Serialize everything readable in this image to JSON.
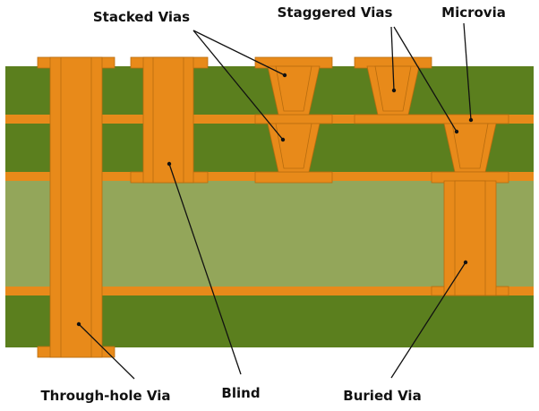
{
  "diagram": {
    "labels": {
      "stacked_vias": "Stacked Vias",
      "staggered_vias": "Staggered Vias",
      "microvia": "Microvia",
      "through_hole_via": "Through-hole Via",
      "blind": "Blind",
      "buried_via": "Buried Via"
    },
    "colors": {
      "prepreg": "#5B7F1E",
      "core": "#93A65A",
      "copper": "#E88A1A",
      "copper_edge": "#B86C0E",
      "text": "#111111"
    }
  }
}
